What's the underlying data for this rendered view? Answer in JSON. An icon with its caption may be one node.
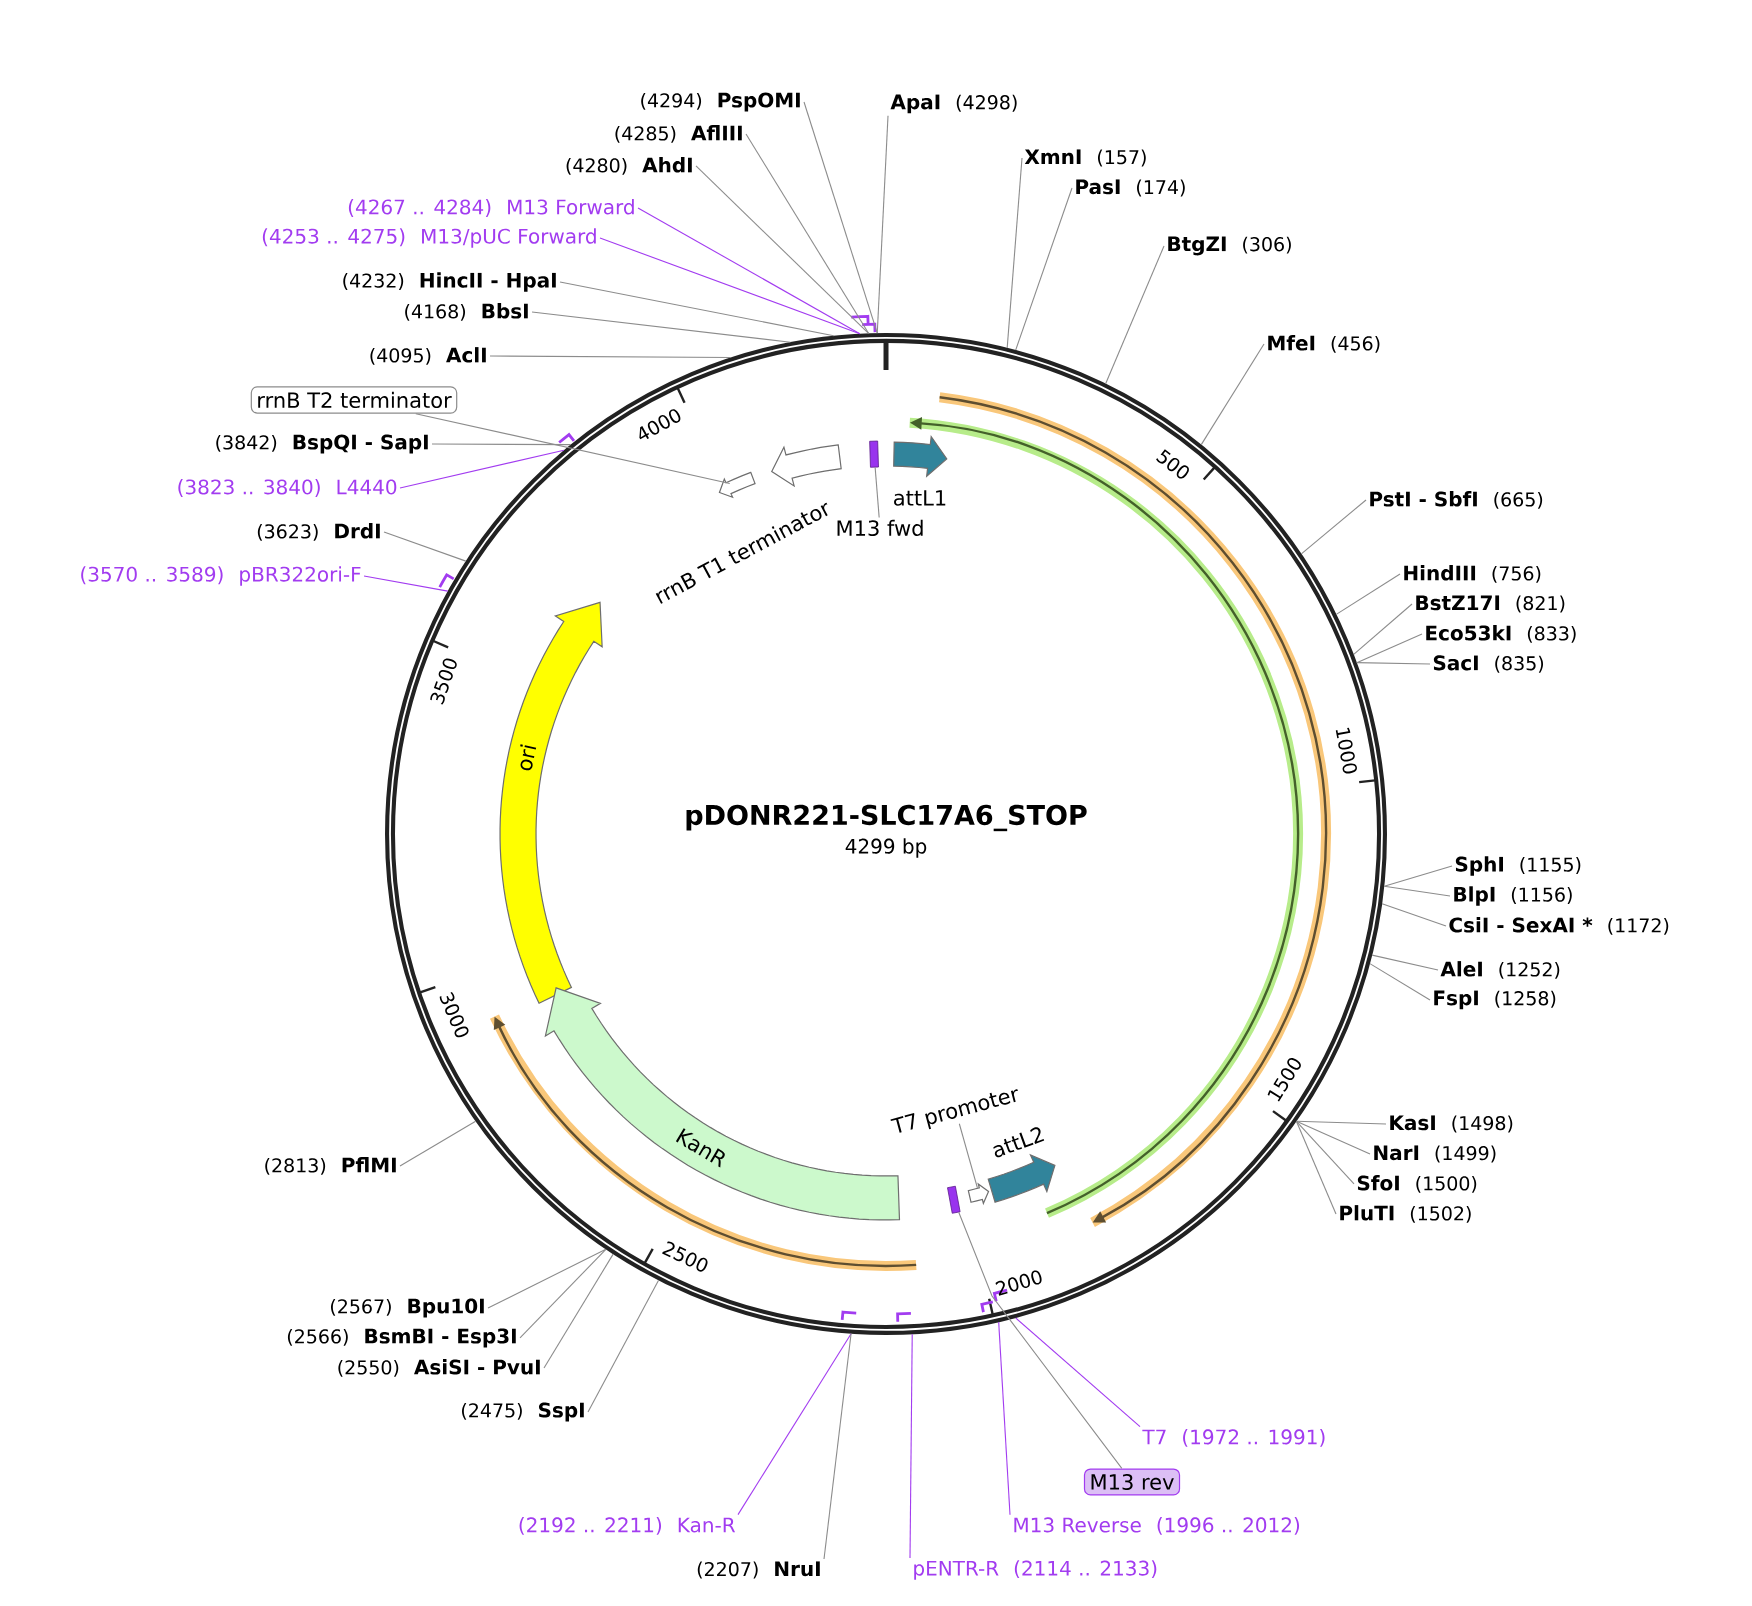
{
  "diagram": {
    "title": "pDONR221-SLC17A6_STOP",
    "nodes": [
      {
        "text": [],
        "shape": "circle"
      },
      {
        "text": [
          "(4294)",
          "PspOMI"
        ]
      },
      {
        "text": [
          "(4285)",
          "AflIII"
        ]
      },
      {
        "text": [
          "(4280)",
          "AhdI"
        ]
      },
      {
        "text": [
          "(4267 .. 4284)",
          "M13 Forward"
        ]
      },
      {
        "text": [
          "(4253 .. 4275)",
          "M13/pUC Forward"
        ]
      },
      {
        "text": [
          "(4232)",
          "HincII - HpaI"
        ]
      },
      {
        "text": [
          "(4168)",
          "BbsI"
        ]
      },
      {
        "text": [
          "(4095)",
          "AclI"
        ]
      },
      {
        "text": [
          "rrnB T2 terminator"
        ]
      },
      {
        "text": [
          "(3842)",
          "BspQI - SapI"
        ]
      },
      {
        "text": [
          "(3823 .. 3840)",
          "L4440"
        ]
      },
      {
        "text": [
          "(3623)",
          "DrdI"
        ]
      },
      {
        "text": [
          "(3570 .. 3589)",
          "pBR322ori-F"
        ]
      },
      {
        "text": [
          "ApaI",
          "(4298)"
        ]
      },
      {
        "text": [
          "XmnI",
          "(157)"
        ]
      },
      {
        "text": [
          "PasI",
          "(174)"
        ]
      },
      {
        "text": [
          "BtgZI",
          "(306)"
        ]
      },
      {
        "text": [
          "MfeI",
          "(456)"
        ]
      },
      {
        "text": [
          "PstI - SbfI",
          "(665)"
        ]
      },
      {
        "text": [
          "HindIII",
          "(756)"
        ]
      },
      {
        "text": [
          "BstZ17I",
          "(821)"
        ]
      },
      {
        "text": [
          "Eco53kI",
          "(833)"
        ]
      },
      {
        "text": [
          "SacI",
          "(835)"
        ]
      },
      {
        "text": [
          "SphI",
          "(1155)"
        ]
      },
      {
        "text": [
          "BlpI",
          "(1156)"
        ]
      },
      {
        "text": [
          "CsiI - SexAI *",
          "(1172)"
        ]
      },
      {
        "text": [
          "AleI",
          "(1252)"
        ]
      },
      {
        "text": [
          "FspI",
          "(1258)"
        ]
      },
      {
        "text": [
          "KasI",
          "(1498)"
        ]
      },
      {
        "text": [
          "NarI",
          "(1499)"
        ]
      },
      {
        "text": [
          "SfoI",
          "(1500)"
        ]
      },
      {
        "text": [
          "PluTI",
          "(1502)"
        ]
      },
      {
        "text": [
          "(2813)",
          "PflMI"
        ]
      },
      {
        "text": [
          "(2567)",
          "Bpu10I"
        ]
      },
      {
        "text": [
          "(2566)",
          "BsmBI - Esp3I"
        ]
      },
      {
        "text": [
          "(2550)",
          "AsiSI - PvuI"
        ]
      },
      {
        "text": [
          "(2475)",
          "SspI"
        ]
      },
      {
        "text": [
          "(2192 .. 2211)",
          "Kan-R"
        ]
      },
      {
        "text": [
          "(2207)",
          "NruI"
        ]
      },
      {
        "text": [
          "pENTR-R",
          "(2114 .. 2133)"
        ]
      },
      {
        "text": [
          "M13 Reverse",
          "(1996 .. 2012)"
        ]
      },
      {
        "text": [
          "M13 rev"
        ]
      },
      {
        "text": [
          "T7",
          "(1972 .. 1991)"
        ]
      },
      {
        "text": [],
        "shape": "arrow",
        "in": 0
      },
      {
        "text": [
          "rrnB T1 terminator"
        ],
        "in": 0
      },
      {
        "text": [],
        "shape": "box",
        "in": 0
      },
      {
        "text": [
          "M13 fwd"
        ],
        "in": 0
      },
      {
        "text": [
          "attL1"
        ],
        "in": 0
      },
      {
        "text": [
          "ori"
        ],
        "in": 0
      },
      {
        "text": [
          "KanR"
        ],
        "in": 0
      },
      {
        "text": [
          "T7 promoter"
        ],
        "in": 0
      },
      {
        "text": [],
        "shape": "arrow",
        "in": 0
      },
      {
        "text": [],
        "shape": "box",
        "in": 0
      },
      {
        "text": [
          "attL2"
        ],
        "in": 0
      }
    ],
    "edges": [
      {
        "from": 1,
        "to": 0,
        "arrow": "none"
      },
      {
        "from": 2,
        "to": 0,
        "arrow": "none"
      },
      {
        "from": 3,
        "to": 0,
        "arrow": "none"
      },
      {
        "from": 4,
        "to": 0,
        "arrow": "none",
        "color": "#a23cf0"
      },
      {
        "from": 5,
        "to": 0,
        "arrow": "none",
        "color": "#a23cf0"
      },
      {
        "from": 6,
        "to": 0,
        "arrow": "none"
      },
      {
        "from": 7,
        "to": 0,
        "arrow": "none"
      },
      {
        "from": 8,
        "to": 0,
        "arrow": "none"
      },
      {
        "from": 9,
        "to": 44,
        "arrow": "none"
      },
      {
        "from": 10,
        "to": 0,
        "arrow": "none"
      },
      {
        "from": 11,
        "to": 0,
        "arrow": "none",
        "color": "#a23cf0"
      },
      {
        "from": 12,
        "to": 0,
        "arrow": "none"
      },
      {
        "from": 13,
        "to": 0,
        "arrow": "none",
        "color": "#a23cf0"
      },
      {
        "from": 14,
        "to": 0,
        "arrow": "none"
      },
      {
        "from": 15,
        "to": 0,
        "arrow": "none"
      },
      {
        "from": 16,
        "to": 0,
        "arrow": "none"
      },
      {
        "from": 17,
        "to": 0,
        "arrow": "none"
      },
      {
        "from": 18,
        "to": 0,
        "arrow": "none"
      },
      {
        "from": 19,
        "to": 0,
        "arrow": "none"
      },
      {
        "from": 20,
        "to": 0,
        "arrow": "none"
      },
      {
        "from": 21,
        "to": 0,
        "arrow": "none"
      },
      {
        "from": 22,
        "to": 0,
        "arrow": "none"
      },
      {
        "from": 23,
        "to": 0,
        "arrow": "none"
      },
      {
        "from": 24,
        "to": 0,
        "arrow": "none"
      },
      {
        "from": 25,
        "to": 0,
        "arrow": "none"
      },
      {
        "from": 26,
        "to": 0,
        "arrow": "none"
      },
      {
        "from": 27,
        "to": 0,
        "arrow": "none"
      },
      {
        "from": 28,
        "to": 0,
        "arrow": "none"
      },
      {
        "from": 29,
        "to": 0,
        "arrow": "none"
      },
      {
        "from": 30,
        "to": 0,
        "arrow": "none"
      },
      {
        "from": 31,
        "to": 0,
        "arrow": "none"
      },
      {
        "from": 32,
        "to": 0,
        "arrow": "none"
      },
      {
        "from": 33,
        "to": 0,
        "arrow": "none"
      },
      {
        "from": 34,
        "to": 0,
        "arrow": "none"
      },
      {
        "from": 35,
        "to": 0,
        "arrow": "none"
      },
      {
        "from": 36,
        "to": 0,
        "arrow": "none"
      },
      {
        "from": 37,
        "to": 0,
        "arrow": "none"
      },
      {
        "from": 38,
        "to": 0,
        "arrow": "none",
        "color": "#a23cf0"
      },
      {
        "from": 39,
        "to": 0,
        "arrow": "none"
      },
      {
        "from": 40,
        "to": 0,
        "arrow": "none",
        "color": "#a23cf0"
      },
      {
        "from": 41,
        "to": 0,
        "arrow": "none",
        "color": "#a23cf0"
      },
      {
        "from": 42,
        "to": 53,
        "arrow": "none"
      },
      {
        "from": 43,
        "to": 0,
        "arrow": "none",
        "color": "#a23cf0"
      },
      {
        "from": 47,
        "to": 46,
        "arrow": "none"
      },
      {
        "from": 51,
        "to": 52,
        "arrow": "none"
      }
    ],
    "labels": [
      "4299 bp",
      "500",
      "1000",
      "1500",
      "2000",
      "2500",
      "3000",
      "3500",
      "4000"
    ]
  }
}
